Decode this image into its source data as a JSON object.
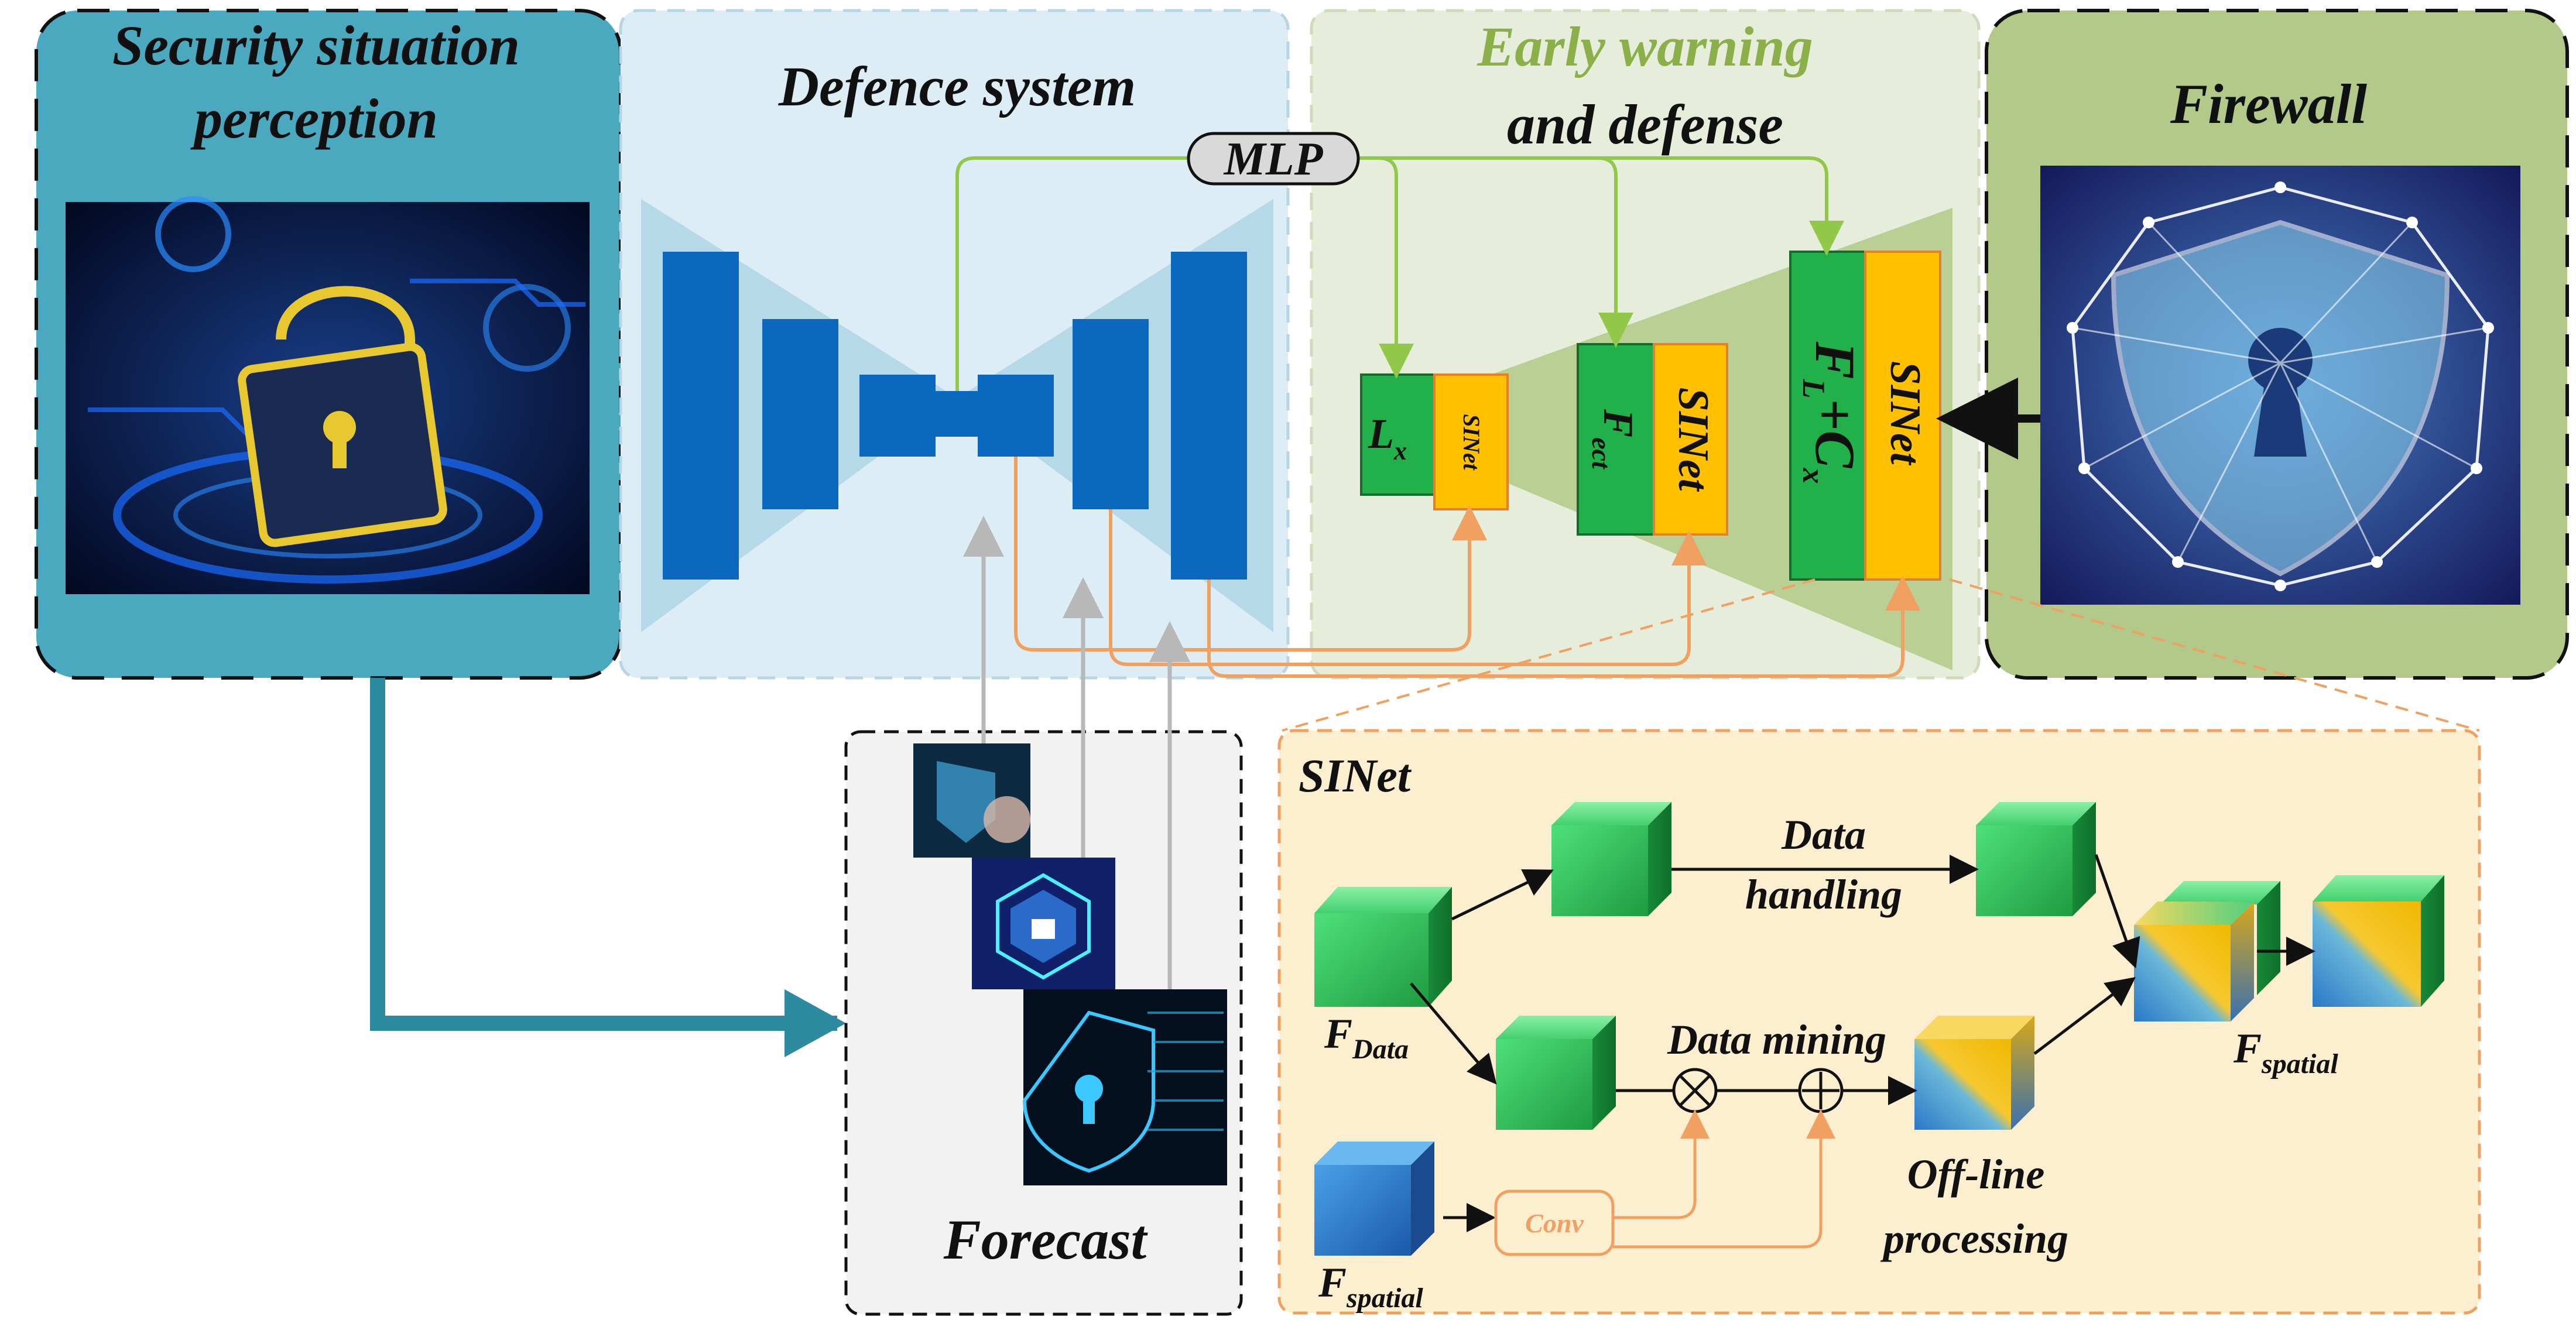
{
  "panels": {
    "security": {
      "title_line1": "Security situation",
      "title_line2": "perception"
    },
    "defence": {
      "title": "Defence system"
    },
    "early_warning": {
      "title_line1": "Early warning",
      "title_line2": "and defense"
    },
    "firewall": {
      "title": "Firewall"
    },
    "forecast": {
      "title": "Forecast"
    },
    "sinet": {
      "title": "SINet"
    }
  },
  "mlp": {
    "label": "MLP"
  },
  "stages": [
    {
      "main": "L",
      "sub": "x",
      "block": "SINet"
    },
    {
      "main": "F",
      "sub": "ect",
      "block": "SINet"
    },
    {
      "main": "F",
      "sub": "L",
      "extra": "+C",
      "extra_sub": "x",
      "block": "SINet"
    }
  ],
  "sinet_detail": {
    "data_handling_1": "Data",
    "data_handling_2": "handling",
    "data_mining": "Data mining",
    "offline_1": "Off-line",
    "offline_2": "processing",
    "f_data_main": "F",
    "f_data_sub": "Data",
    "f_spatial_main": "F",
    "f_spatial_sub": "spatial",
    "f_spatial_out_main": "F",
    "f_spatial_out_sub": "spatial",
    "conv": "Conv",
    "multiply_symbol": "⊗",
    "add_symbol": "⊕"
  },
  "colors": {
    "security_bg": "#4aa8bf",
    "defence_bg": "#dcedf5",
    "early_bg": "#e6eedb",
    "firewall_bg": "#b2c98a",
    "forecast_bg": "#f2f2f2",
    "sinet_bg": "#fcefd0",
    "encoder_blue": "#0a68be",
    "green_box": "#22b04a",
    "yellow_box": "#ffc000",
    "orange_line": "#f0a060",
    "green_line": "#92c84a",
    "teal_arrow": "#2e8aa0"
  }
}
